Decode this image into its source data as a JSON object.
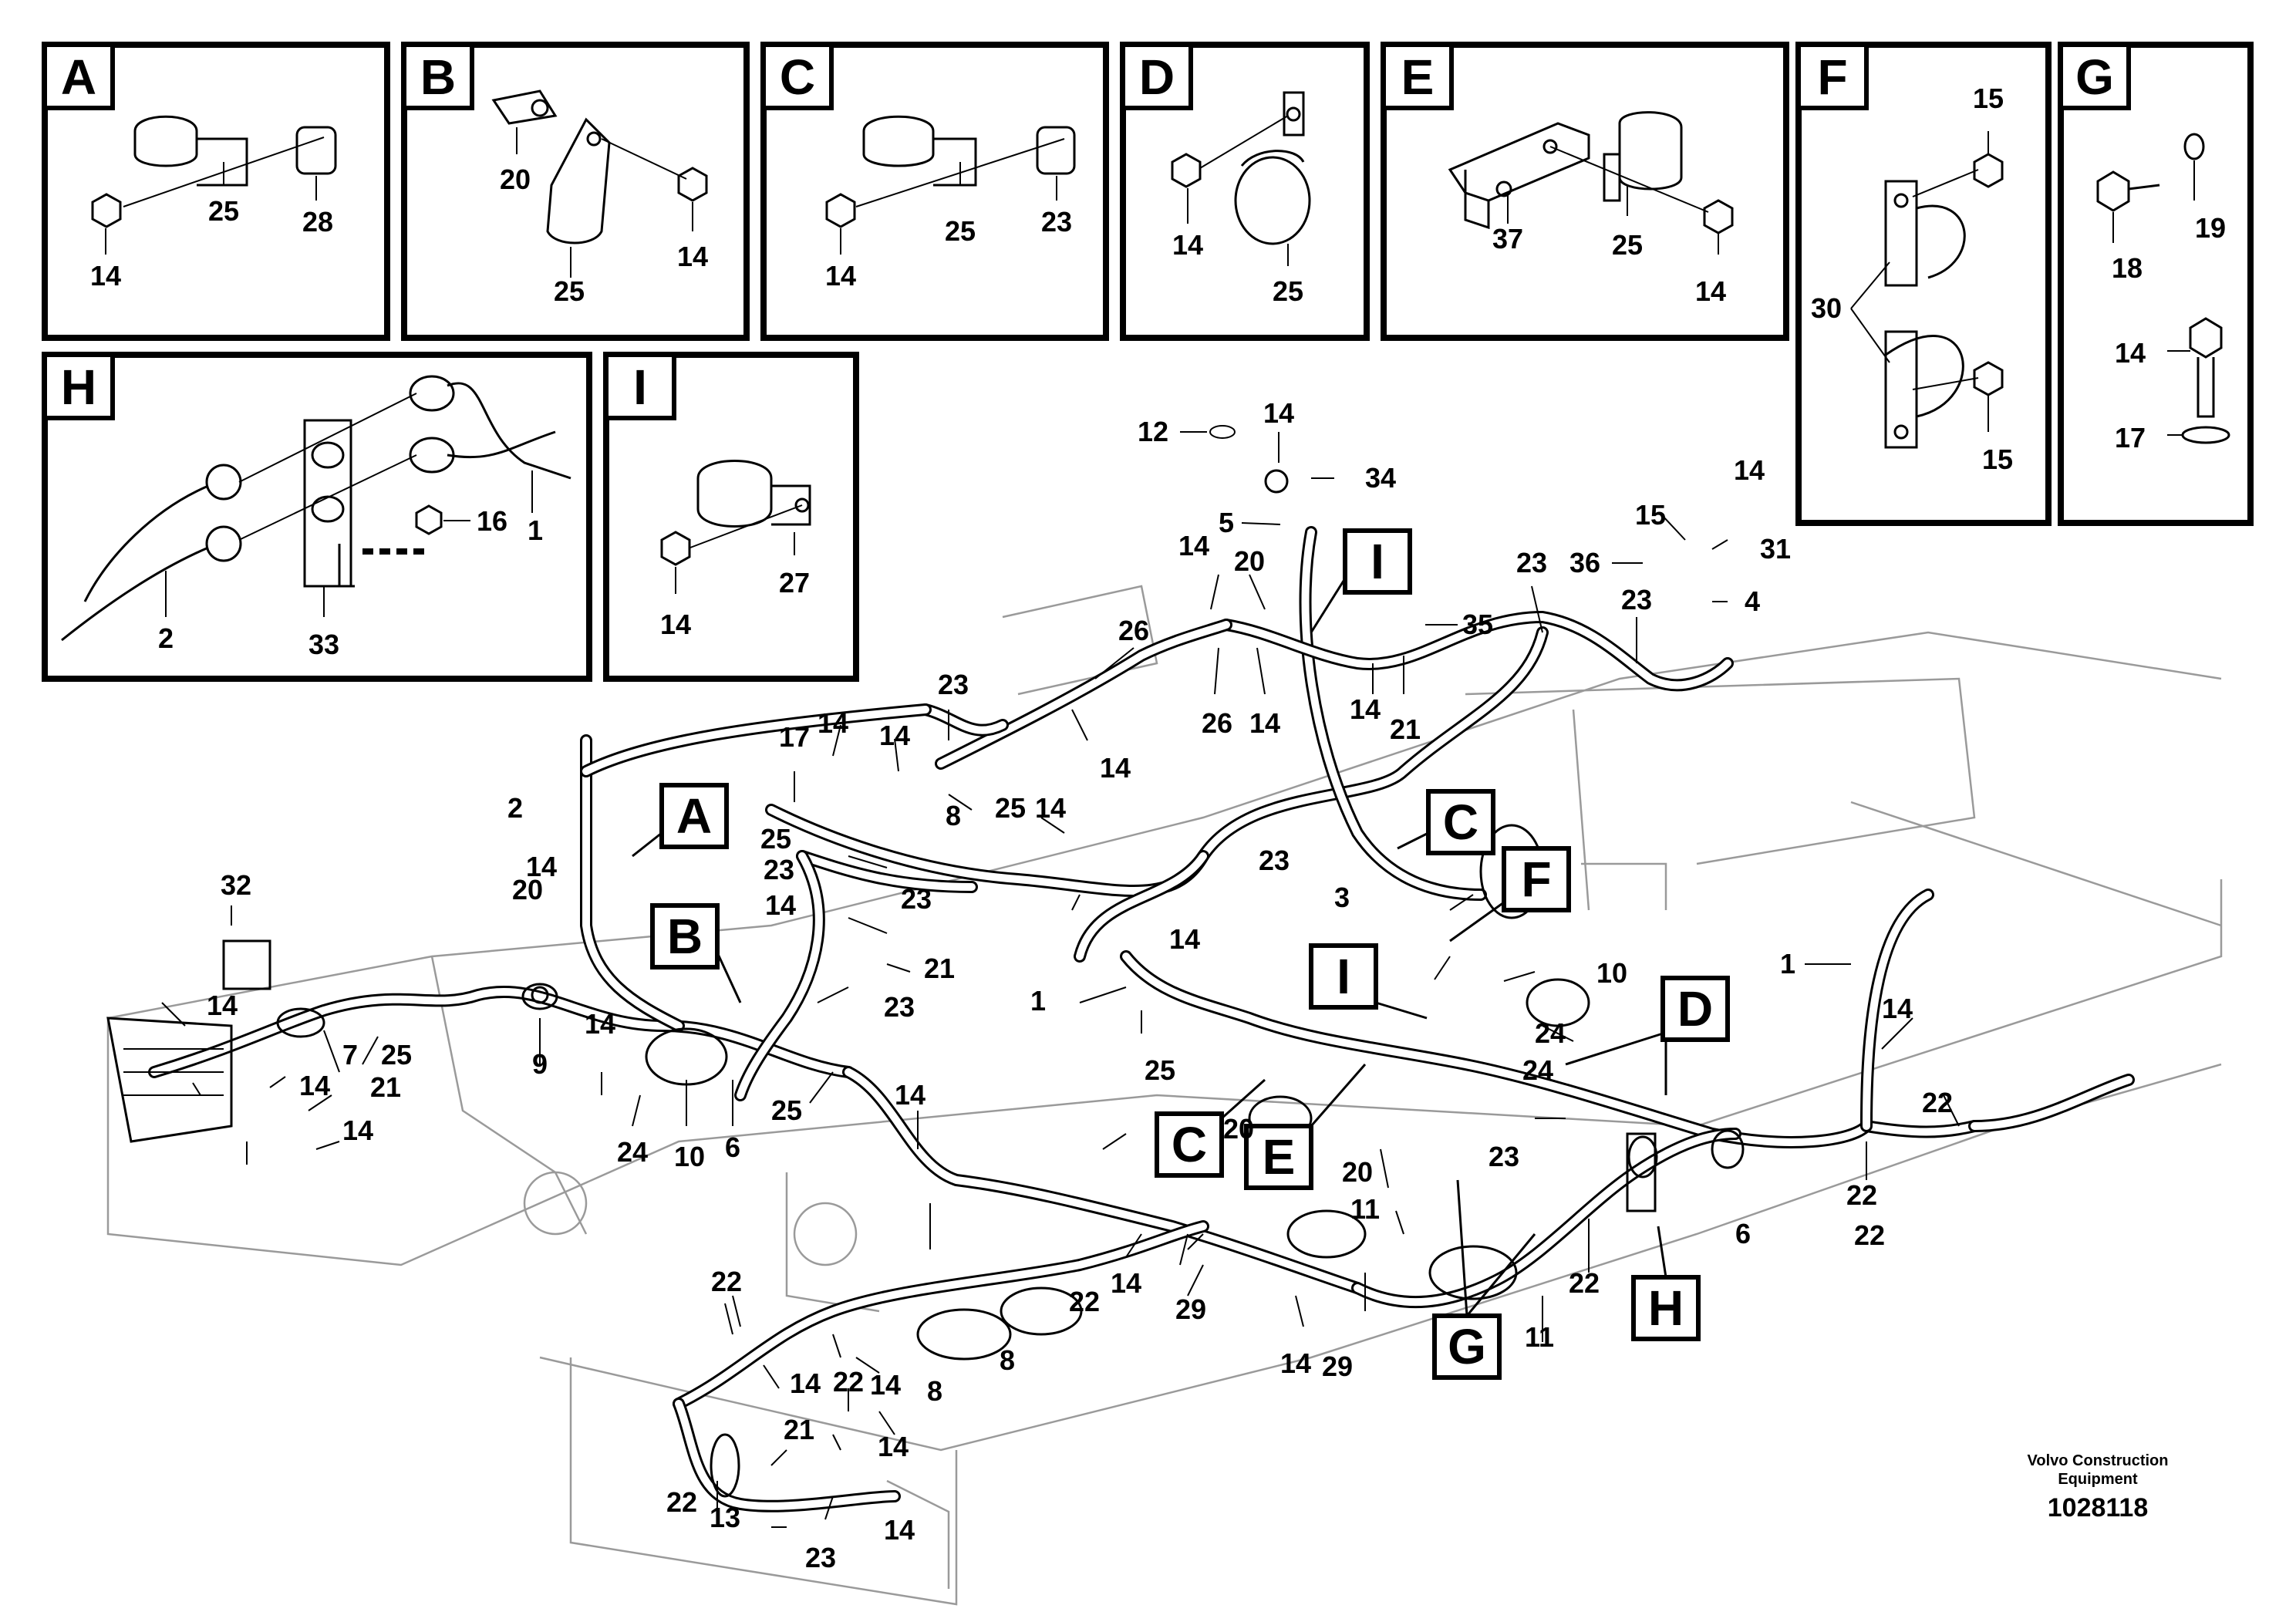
{
  "insets": [
    {
      "key": "A",
      "letter": "A",
      "callouts": [
        "25",
        "28",
        "14"
      ]
    },
    {
      "key": "B",
      "letter": "B",
      "callouts": [
        "20",
        "14",
        "25"
      ]
    },
    {
      "key": "C",
      "letter": "C",
      "callouts": [
        "25",
        "23",
        "14"
      ]
    },
    {
      "key": "D",
      "letter": "D",
      "callouts": [
        "14",
        "25"
      ]
    },
    {
      "key": "E",
      "letter": "E",
      "callouts": [
        "37",
        "25",
        "14"
      ]
    },
    {
      "key": "F",
      "letter": "F",
      "callouts": [
        "15",
        "30",
        "15"
      ]
    },
    {
      "key": "G",
      "letter": "G",
      "callouts": [
        "19",
        "18",
        "14",
        "17"
      ]
    },
    {
      "key": "H",
      "letter": "H",
      "callouts": [
        "16",
        "1",
        "2",
        "33"
      ]
    },
    {
      "key": "I",
      "letter": "I",
      "callouts": [
        "27",
        "14"
      ]
    }
  ],
  "detail_tags": [
    "A",
    "B",
    "C",
    "C",
    "D",
    "E",
    "F",
    "G",
    "H",
    "I",
    "I"
  ],
  "callouts": [
    "12",
    "14",
    "34",
    "5",
    "20",
    "14",
    "15",
    "14",
    "36",
    "31",
    "4",
    "23",
    "23",
    "35",
    "26",
    "26",
    "14",
    "14",
    "21",
    "23",
    "14",
    "17",
    "14",
    "14",
    "8",
    "25",
    "14",
    "2",
    "25",
    "23",
    "23",
    "14",
    "21",
    "23",
    "23",
    "1",
    "14",
    "25",
    "32",
    "20",
    "14",
    "3",
    "10",
    "24",
    "1",
    "14",
    "22",
    "22",
    "14",
    "7",
    "25",
    "21",
    "14",
    "14",
    "9",
    "14",
    "24",
    "10",
    "6",
    "25",
    "14",
    "20",
    "24",
    "20",
    "23",
    "6",
    "22",
    "11",
    "11",
    "22",
    "14",
    "22",
    "29",
    "14",
    "29",
    "22",
    "14",
    "22",
    "14",
    "8",
    "8",
    "21",
    "14",
    "22",
    "13",
    "23",
    "14"
  ],
  "credit": {
    "line1": "Volvo Construction",
    "line2": "Equipment",
    "number": "1028118"
  }
}
